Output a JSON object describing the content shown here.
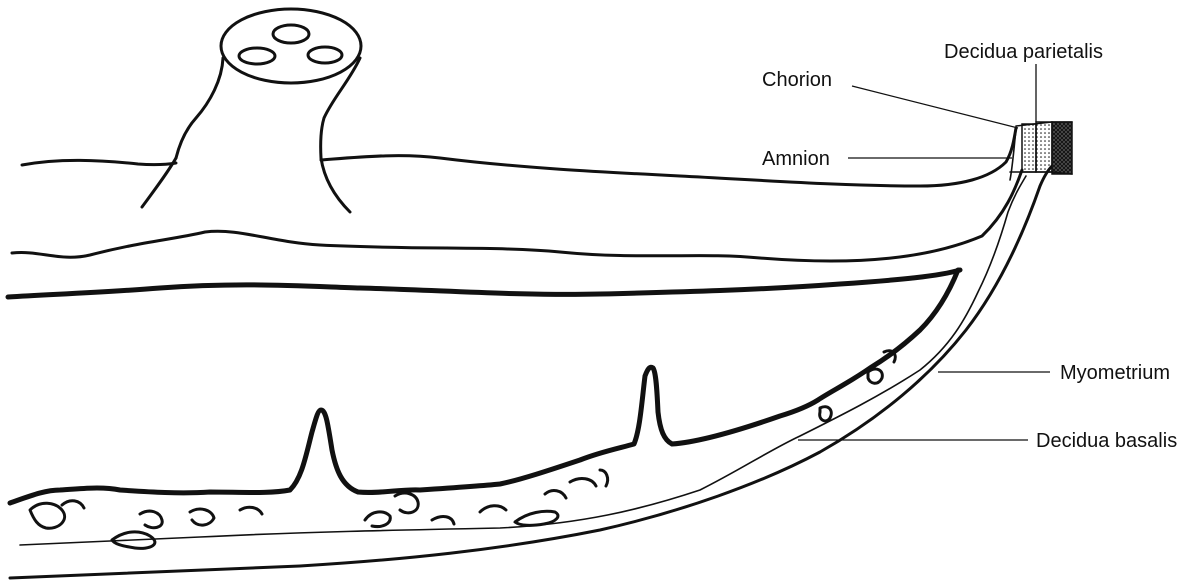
{
  "labels": {
    "decidua_parietalis": "Decidua parietalis",
    "chorion": "Chorion",
    "amnion": "Amnion",
    "myometrium": "Myometrium",
    "decidua_basalis": "Decidua basalis"
  }
}
